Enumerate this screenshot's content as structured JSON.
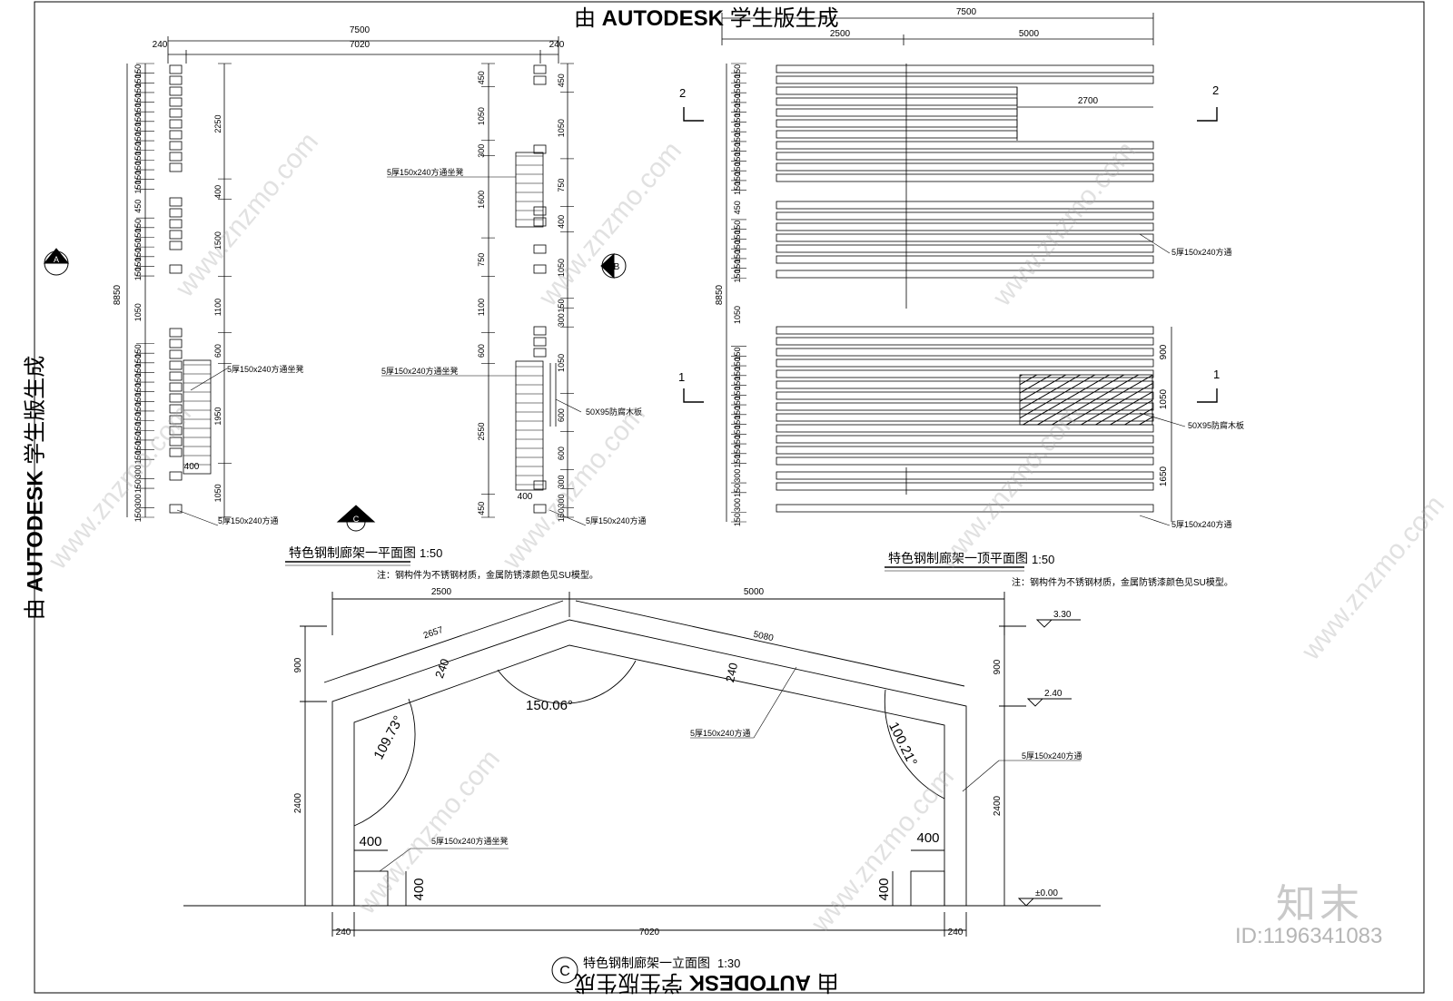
{
  "stamps": {
    "text": "由 AUTODESK 学生版生成",
    "prefix": "由 ",
    "brand": "AUTODESK",
    "suffix": " 学生版生成"
  },
  "plan": {
    "title": "特色钢制廊架一平面图",
    "scale": "1:50",
    "note": "注：钢构件为不锈钢材质，金属防锈漆颜色见SU模型。",
    "dim_total": "7500",
    "dim_inner": "7020",
    "dim_side": "240",
    "dim_height": "8850",
    "dim_1050": "1050",
    "dim_400": "400",
    "labels": {
      "tube_seat": "5厚150x240方通坐凳",
      "tube": "5厚150x240方通",
      "wood": "50X95防腐木板"
    },
    "section_a": "A",
    "section_b": "B",
    "section_c": "C",
    "left_chain": [
      "150",
      "150",
      "150",
      "150",
      "150",
      "150",
      "150",
      "150",
      "150",
      "150",
      "150",
      "150",
      "150",
      "450",
      "150",
      "150",
      "150",
      "150",
      "150",
      "150",
      "1050",
      "150",
      "150",
      "150",
      "150",
      "150",
      "150",
      "150",
      "150",
      "150",
      "150",
      "150",
      "150",
      "300",
      "150",
      "300",
      "150"
    ],
    "inner_chain": [
      "2250",
      "400",
      "1500",
      "1100",
      "600",
      "1950",
      "1050"
    ],
    "right_chain": [
      "450",
      "1050",
      "300",
      "1600",
      "750",
      "1100",
      "600",
      "2550",
      "450"
    ],
    "right_chain2": [
      "450",
      "1050",
      "750",
      "400",
      "1050",
      "150",
      "300",
      "1050",
      "600",
      "600",
      "300",
      "300",
      "150"
    ]
  },
  "roof": {
    "title": "特色钢制廊架一顶平面图",
    "scale": "1:50",
    "note": "注：钢构件为不锈钢材质，金属防锈漆颜色见SU模型。",
    "dim_total": "7500",
    "dim_left": "2500",
    "dim_right": "5000",
    "dim_inner": "2700",
    "dim_height": "8850",
    "dim_900": "900",
    "dim_1050": "1050",
    "dim_1650": "1650",
    "section_1": "1",
    "section_2": "2",
    "labels": {
      "tube": "5厚150x240方通",
      "wood": "50X95防腐木板"
    }
  },
  "elevation": {
    "title": "特色钢制廊架一立面图",
    "scale": "1:30",
    "marker": "C",
    "dim_left_top": "2500",
    "dim_right_top": "5000",
    "dim_slope_left": "2657",
    "dim_slope_right": "5080",
    "dim_240": "240",
    "dim_7020": "7020",
    "dim_900": "900",
    "dim_2400": "2400",
    "dim_400": "400",
    "angle_top": "150.06°",
    "angle_left": "109.73°",
    "angle_right": "100.21°",
    "levels": [
      "3.30",
      "2.40",
      "±0.00"
    ],
    "labels": {
      "tube": "5厚150x240方通",
      "tube_seat": "5厚150x240方通坐凳"
    }
  },
  "watermark": {
    "site": "www.znzmo.com",
    "logo": "知末",
    "id": "ID:1196341083"
  }
}
